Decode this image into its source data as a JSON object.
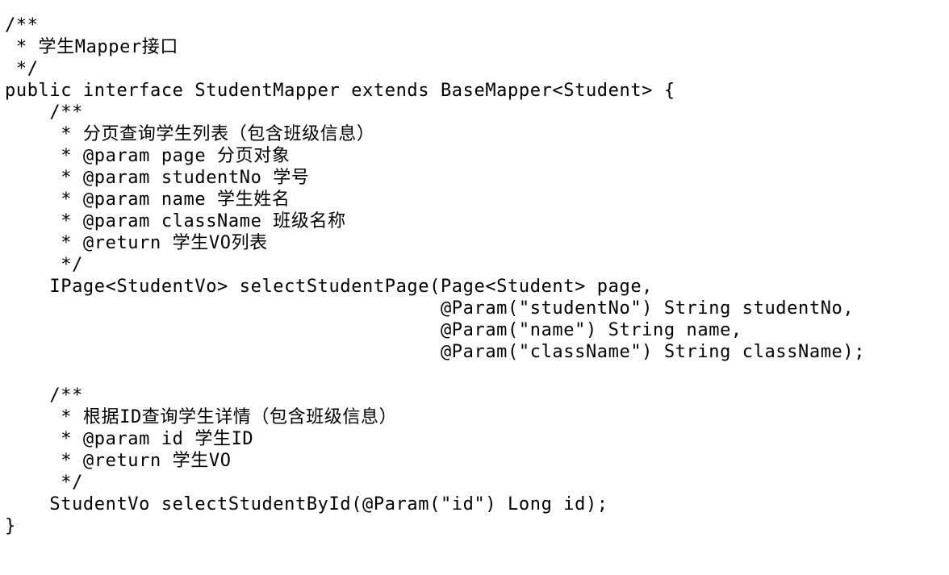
{
  "code": {
    "lines": [
      "/**",
      " * 学生Mapper接口",
      " */",
      "public interface StudentMapper extends BaseMapper<Student> {",
      "    /**",
      "     * 分页查询学生列表（包含班级信息）",
      "     * @param page 分页对象",
      "     * @param studentNo 学号",
      "     * @param name 学生姓名",
      "     * @param className 班级名称",
      "     * @return 学生VO列表",
      "     */",
      "    IPage<StudentVo> selectStudentPage(Page<Student> page,",
      "                                       @Param(\"studentNo\") String studentNo,",
      "                                       @Param(\"name\") String name,",
      "                                       @Param(\"className\") String className);",
      "",
      "    /**",
      "     * 根据ID查询学生详情（包含班级信息）",
      "     * @param id 学生ID",
      "     * @return 学生VO",
      "     */",
      "    StudentVo selectStudentById(@Param(\"id\") Long id);",
      "}"
    ]
  }
}
